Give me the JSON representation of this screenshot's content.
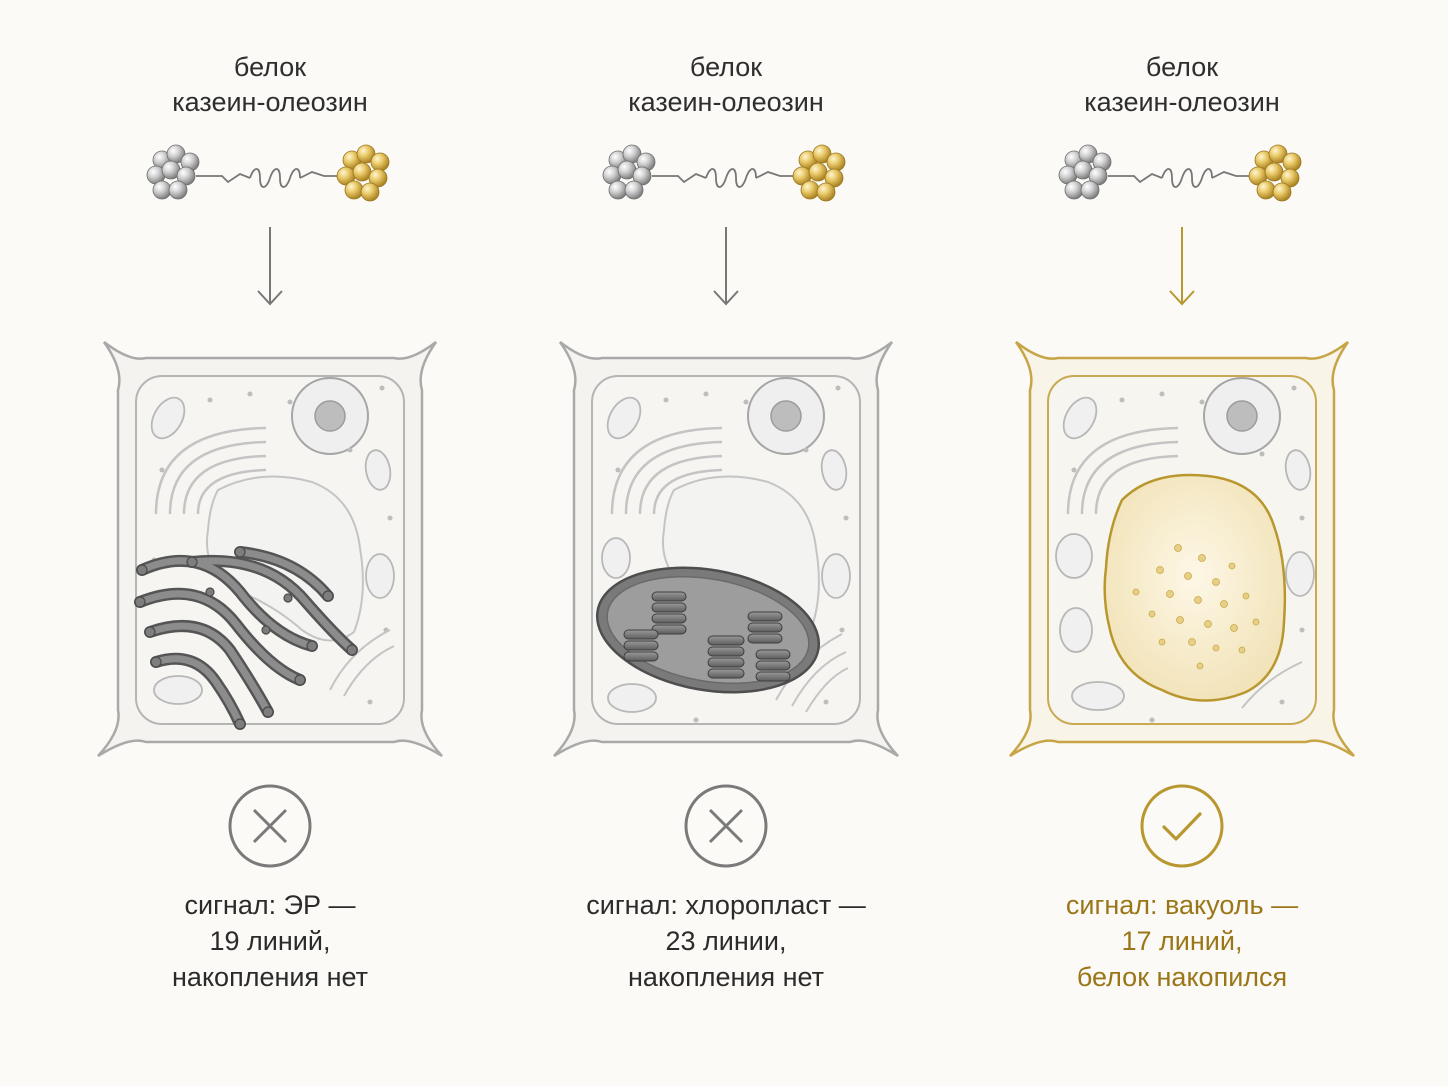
{
  "panels": [
    {
      "protein_label": [
        "белок",
        "казеин-олеозин"
      ],
      "target": "er",
      "verdict": "cross-icon",
      "result": [
        "сигнал: ЭР —",
        "19 линий,",
        "накопления нет"
      ]
    },
    {
      "protein_label": [
        "белок",
        "казеин-олеозин"
      ],
      "target": "chloroplast",
      "verdict": "cross-icon",
      "result": [
        "сигнал: хлоропласт —",
        "23 линии,",
        "накопления нет"
      ]
    },
    {
      "protein_label": [
        "белок",
        "казеин-олеозин"
      ],
      "target": "vacuole",
      "verdict": "check-icon",
      "result": [
        "сигнал: вакуоль —",
        "17 линий,",
        "белок накопился"
      ]
    }
  ],
  "colors": {
    "neutral_line": "#9a9a9a",
    "gold_line": "#b8972f",
    "result_gold": "#9a7618",
    "organelle_dark": "#6f6f6f",
    "vacuole_fill": "#f6ecd0"
  }
}
